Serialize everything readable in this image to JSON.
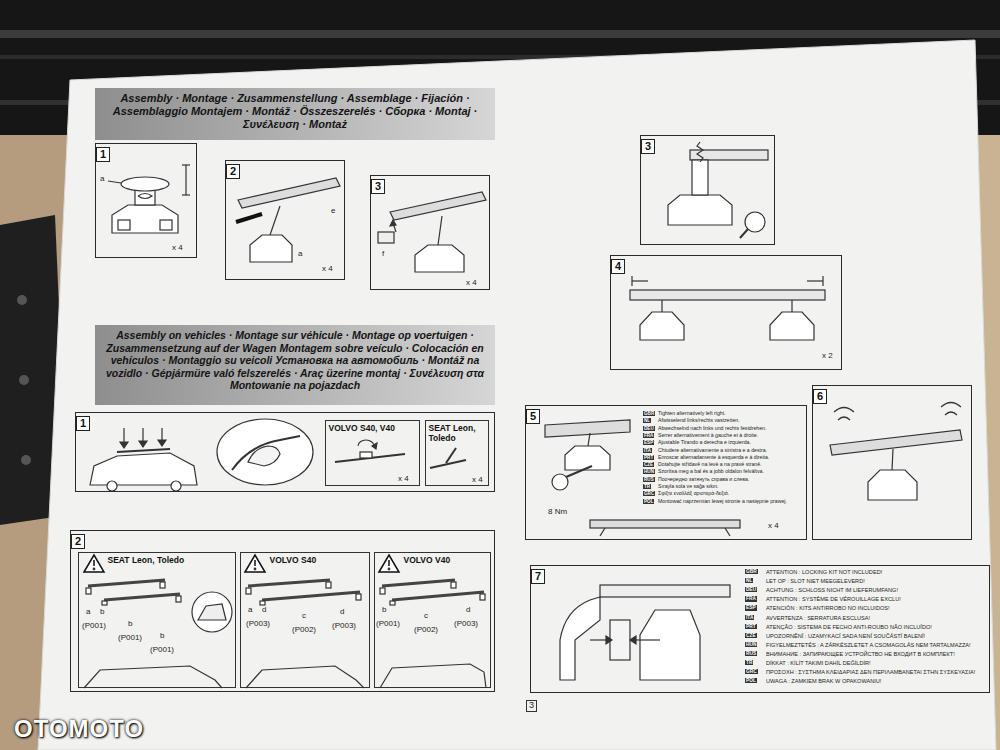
{
  "diagram": {
    "nodes": [
      {
        "text": [
          "Assembly · Montage · Zusammenstellung · Assemblage · Fijación · Assemblaggio Montajem · Montáž · Összeszerelés · Сборка · Montaj · Συνέλευση · Montaż"
        ]
      },
      {
        "text": [
          "1"
        ]
      },
      {
        "text": [
          "2"
        ]
      },
      {
        "text": [
          "3"
        ]
      },
      {
        "text": [
          "Assembly on vehicles · Montage sur véhicule · Montage op voertuigen · Zusammensetzung auf der Wagen Montagem sobre veículo · Colocación en vehículos · Montaggio su veicoli Установка на автомобиль · Montáž na vozidlo · Gépjármüre való felszerelés · Araç üzerine montaj · Συνέλευση στα Montowanie na pojazdach"
        ]
      },
      {
        "text": [
          "1"
        ]
      },
      {
        "text": [
          "VOLVO S40, V40"
        ],
        "in": 5
      },
      {
        "text": [
          "SEAT Leon, Toledo"
        ],
        "in": 5
      },
      {
        "text": [
          "2"
        ]
      },
      {
        "text": [
          "SEAT Leon, Toledo"
        ],
        "in": 8
      },
      {
        "text": [
          "VOLVO S40"
        ],
        "in": 8
      },
      {
        "text": [
          "VOLVO V40"
        ],
        "in": 8
      },
      {
        "text": [
          "3"
        ]
      },
      {
        "text": [
          "4"
        ]
      },
      {
        "text": [
          "5"
        ]
      },
      {
        "text": [
          "6"
        ]
      },
      {
        "text": [
          "7"
        ]
      }
    ],
    "labels": [
      "a",
      "x 4",
      "a",
      "e",
      "x 4",
      "f",
      "x 4",
      "x 4",
      "x 4",
      "a",
      "b",
      "(P001)",
      "b",
      "(P001)",
      "b",
      "(P001)",
      "a",
      "d",
      "(P003)",
      "c",
      "(P002)",
      "d",
      "(P003)",
      "b",
      "(P001)",
      "c",
      "(P002)",
      "d",
      "(P003)",
      "x 2",
      "8 Nm",
      "x 4",
      "GBR",
      "Tighten alternatively left right.",
      "NL",
      "Afwisselend links/rechts vastzetten.",
      "DEU",
      "Abwechselnd nach links und rechts festdrehen.",
      "FRA",
      "Serrer alternativement à gauche et à droite.",
      "ESP",
      "Ajustable Tirando a derecha e izquierda.",
      "ITA",
      "Chiudere alternativamente a sinistra e a destra.",
      "PRT",
      "Enroscar alternadamente à esquerda e à direita.",
      "CZE",
      "Dotahujte střídavě na levé a na pravé straně.",
      "HUN",
      "Szorítsa meg a bal és a jobb oldalon felváltva.",
      "RUS",
      "Поочередно затянуть справа и слева.",
      "TR",
      "Sırayla sola ve sağa sıkın.",
      "GRC",
      "Σφίξτε εναλλάξ αριστερά-δεξιά.",
      "POL",
      "Montować naprzemian lewej stronie a następnie prawej.",
      "GBR",
      "ATTENTION : LOCKING KIT NOT INCLUDED!",
      "NL",
      "LET OP : SLOT NIET MEEGELEVERD!",
      "DEU",
      "ACHTUNG : SCHLOSS NICHT IM LIEFERUMFANG!",
      "FRA",
      "ATTENTION : SYSTÈME DE VÉROUILLAGE EXCLU!",
      "ESP",
      "ATENCIÓN : KITS ANTIRROBO NO INCLUIDOS!",
      "ITA",
      "AVVERTENZA : SERRATURA ESCLUSA!",
      "PRT",
      "ATENÇÃO : SISTEMA DE FECHO ANTI-ROUBO NÃO INCLUÍDO!",
      "CZE",
      "UPOZORNĚNÍ : UZAMYKACÍ SADA NENÍ SOUČÁSTÍ BALENÍ!",
      "HUN",
      "FIGYELMEZTETÉS : A ZÁRKÉSZLETET A CSOMAGOLÁS NEM TARTALMAZZA!",
      "RUS",
      "ВНИМАНИЕ : ЗАПИРАЮЩЕЕ УСТРОЙСТВО НЕ ВХОДИТ В КОМПЛЕКТ!",
      "TR",
      "DİKKAT : KİLİT TAKIMI DAHİL DEĞİLDİR!",
      "GRC",
      "ΠΡΟΣΟΧΗ : ΣΥΣΤΗΜΑ ΚΛΕΙΔΑΡΙΑΣ ΔΕΝ ΠΕΡΙΛΑΜΒΑΝΕΤΑΙ ΣΤΗΝ ΣΥΣΚΕΥΑΣΙΑ!",
      "POL",
      "UWAGA : ZAMKIEM BRAK W OPAKOWANIU!",
      "3",
      "OTOMOTO"
    ]
  }
}
